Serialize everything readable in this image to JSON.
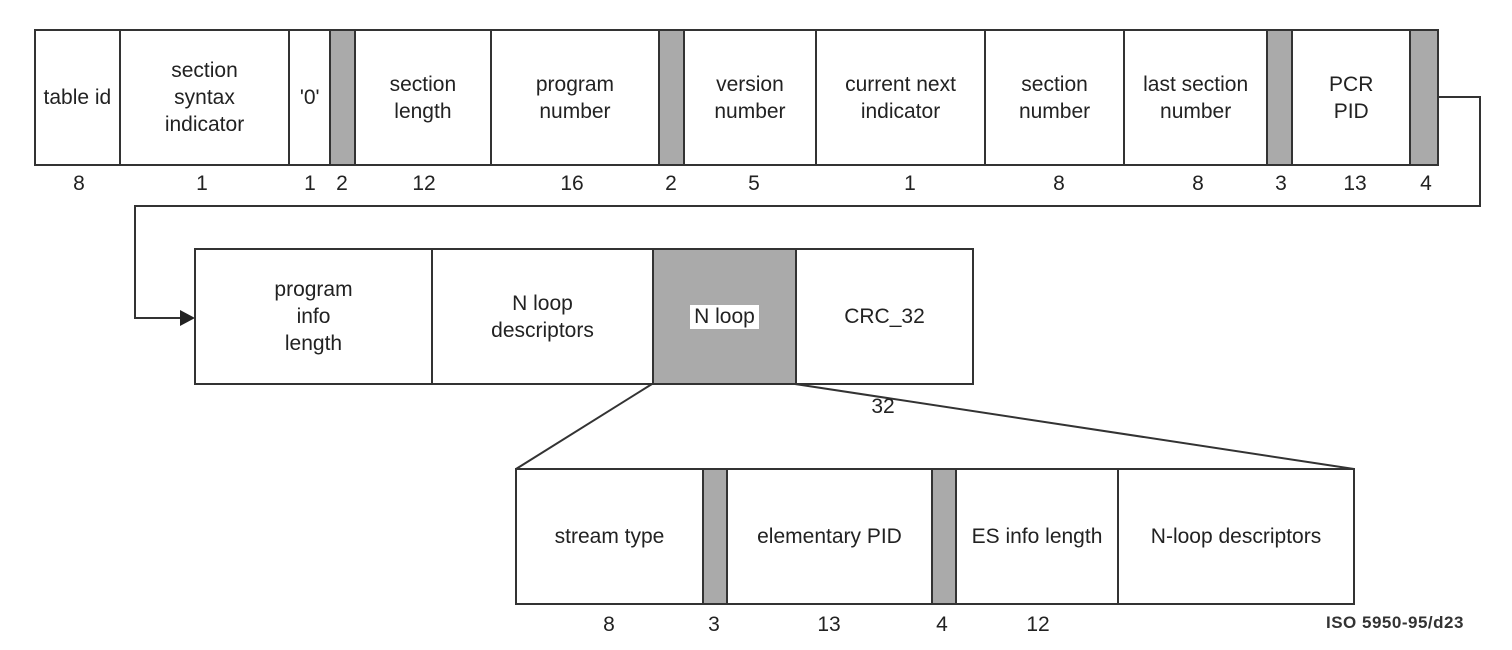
{
  "top_row": [
    {
      "label": "table id",
      "bits": "8"
    },
    {
      "label": "section\nsyntax\nindicator",
      "bits": "1"
    },
    {
      "label": "'0'",
      "bits": "1"
    },
    {
      "label": "",
      "bits": "2"
    },
    {
      "label": "section\nlength",
      "bits": "12"
    },
    {
      "label": "program\nnumber",
      "bits": "16"
    },
    {
      "label": "",
      "bits": "2"
    },
    {
      "label": "version\nnumber",
      "bits": "5"
    },
    {
      "label": "current next\nindicator",
      "bits": "1"
    },
    {
      "label": "section\nnumber",
      "bits": "8"
    },
    {
      "label": "last section\nnumber",
      "bits": "8"
    },
    {
      "label": "",
      "bits": "3"
    },
    {
      "label": "PCR\nPID",
      "bits": "13"
    },
    {
      "label": "",
      "bits": "4"
    }
  ],
  "middle_row": [
    {
      "label": "program\ninfo\nlength"
    },
    {
      "label": "N loop\ndescriptors"
    },
    {
      "label": "N loop"
    },
    {
      "label": "CRC_32",
      "bits": "32"
    }
  ],
  "bottom_row": [
    {
      "label": "stream type",
      "bits": "8"
    },
    {
      "label": "",
      "bits": "3"
    },
    {
      "label": "elementary PID",
      "bits": "13"
    },
    {
      "label": "",
      "bits": "4"
    },
    {
      "label": "ES info length",
      "bits": "12"
    },
    {
      "label": "N-loop descriptors"
    }
  ],
  "reference": "ISO 5950-95/d23",
  "colors": {
    "reserved": "#aaaaaa",
    "line": "#333333"
  }
}
